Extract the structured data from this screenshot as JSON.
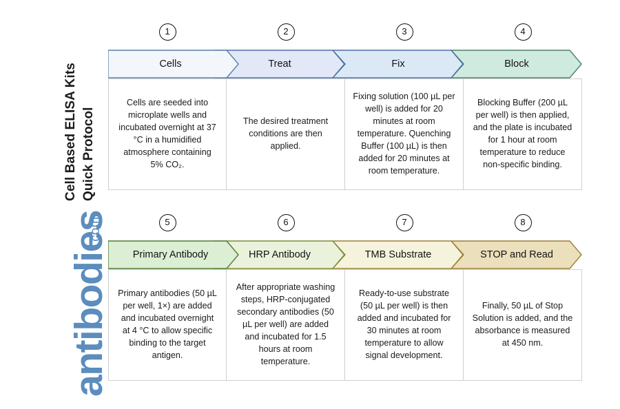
{
  "branding": {
    "title_line_1": "Cell Based ELISA Kits",
    "title_line_2": "Quick Protocol",
    "logo_name": "antibodies",
    "logo_tld": ".com",
    "logo_color": "#5b8dbe"
  },
  "diagram": {
    "type": "process-flow",
    "rows": [
      {
        "steps": [
          {
            "number": "1",
            "label": "Cells",
            "description": "Cells are seeded into microplate wells and incubated overnight at 37 °C in a humidified atmosphere containing 5% CO₂.",
            "fill": "#f3f7fc",
            "stroke": "#5b7fa6"
          },
          {
            "number": "2",
            "label": "Treat",
            "description": "The desired treatment conditions are then applied.",
            "fill": "#e2e8f7",
            "stroke": "#4a6fa5"
          },
          {
            "number": "3",
            "label": "Fix",
            "description": "Fixing solution (100 µL per well) is added for 20 minutes at room temperature. Quenching Buffer (100 µL) is then added for 20 minutes at room temperature.",
            "fill": "#dbe9f7",
            "stroke": "#4a6fa5"
          },
          {
            "number": "4",
            "label": "Block",
            "description": "Blocking Buffer (200 µL per well) is then applied, and the plate is incubated for 1 hour at room temperature to reduce non-specific binding.",
            "fill": "#cfeade",
            "stroke": "#4f7f6a"
          }
        ]
      },
      {
        "steps": [
          {
            "number": "5",
            "label": "Primary Antibody",
            "description": "Primary antibodies (50 µL per well, 1×) are added and incubated overnight at 4 °C to allow specific binding to the target antigen.",
            "fill": "#dcefd4",
            "stroke": "#4f7a35"
          },
          {
            "number": "6",
            "label": "HRP Antibody",
            "description": "After appropriate washing steps, HRP-conjugated secondary antibodies (50 µL per well) are added and incubated for 1.5 hours at room temperature.",
            "fill": "#eaf2dc",
            "stroke": "#7d8a33"
          },
          {
            "number": "7",
            "label": "TMB Substrate",
            "description": "Ready-to-use substrate (50 µL per well) is then added and incubated for 30 minutes at room temperature to allow signal development.",
            "fill": "#f6f3dc",
            "stroke": "#9c7f33"
          },
          {
            "number": "8",
            "label": "STOP and Read",
            "description": "Finally, 50 µL of Stop Solution is added, and the absorbance is measured at 450 nm.",
            "fill": "#ebdfbc",
            "stroke": "#9c7f33"
          }
        ]
      }
    ]
  }
}
